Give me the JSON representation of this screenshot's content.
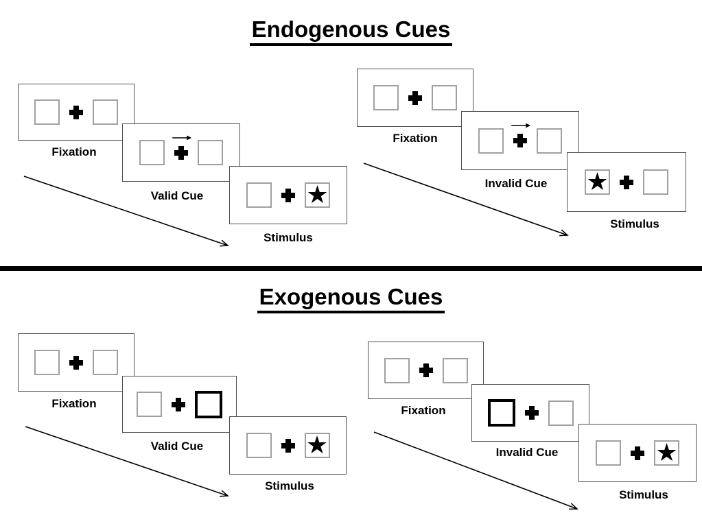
{
  "colors": {
    "background": "#ffffff",
    "panel_border": "#4f4f4f",
    "box_border": "#a0a0a0",
    "symbol": "#000000",
    "divider": "#000000",
    "text": "#000000"
  },
  "glyphs": {
    "star": "★"
  },
  "sections": [
    {
      "title": "Endogenous Cues",
      "sequences": [
        {
          "condition": "valid",
          "panels": [
            {
              "label": "Fixation",
              "left_box": "empty",
              "center": "fixation-cross",
              "right_box": "empty",
              "cue": "none"
            },
            {
              "label": "Valid Cue",
              "left_box": "empty",
              "center": "fixation-cross",
              "right_box": "empty",
              "cue": "arrow-right-above-fixation"
            },
            {
              "label": "Stimulus",
              "left_box": "empty",
              "center": "fixation-cross",
              "right_box": "star",
              "cue": "none"
            }
          ]
        },
        {
          "condition": "invalid",
          "panels": [
            {
              "label": "Fixation",
              "left_box": "empty",
              "center": "fixation-cross",
              "right_box": "empty",
              "cue": "none"
            },
            {
              "label": "Invalid Cue",
              "left_box": "empty",
              "center": "fixation-cross",
              "right_box": "empty",
              "cue": "arrow-right-above-fixation"
            },
            {
              "label": "Stimulus",
              "left_box": "star",
              "center": "fixation-cross",
              "right_box": "empty",
              "cue": "none"
            }
          ]
        }
      ]
    },
    {
      "title": "Exogenous Cues",
      "sequences": [
        {
          "condition": "valid",
          "panels": [
            {
              "label": "Fixation",
              "left_box": "empty",
              "center": "fixation-cross",
              "right_box": "empty",
              "cue": "none"
            },
            {
              "label": "Valid Cue",
              "left_box": "empty",
              "center": "fixation-cross",
              "right_box": "highlighted-box",
              "cue": "thick-box-right"
            },
            {
              "label": "Stimulus",
              "left_box": "empty",
              "center": "fixation-cross",
              "right_box": "star",
              "cue": "none"
            }
          ]
        },
        {
          "condition": "invalid",
          "panels": [
            {
              "label": "Fixation",
              "left_box": "empty",
              "center": "fixation-cross",
              "right_box": "empty",
              "cue": "none"
            },
            {
              "label": "Invalid Cue",
              "left_box": "highlighted-box",
              "center": "fixation-cross",
              "right_box": "empty",
              "cue": "thick-box-left"
            },
            {
              "label": "Stimulus",
              "left_box": "empty",
              "center": "fixation-cross",
              "right_box": "star",
              "cue": "none"
            }
          ]
        }
      ]
    }
  ]
}
